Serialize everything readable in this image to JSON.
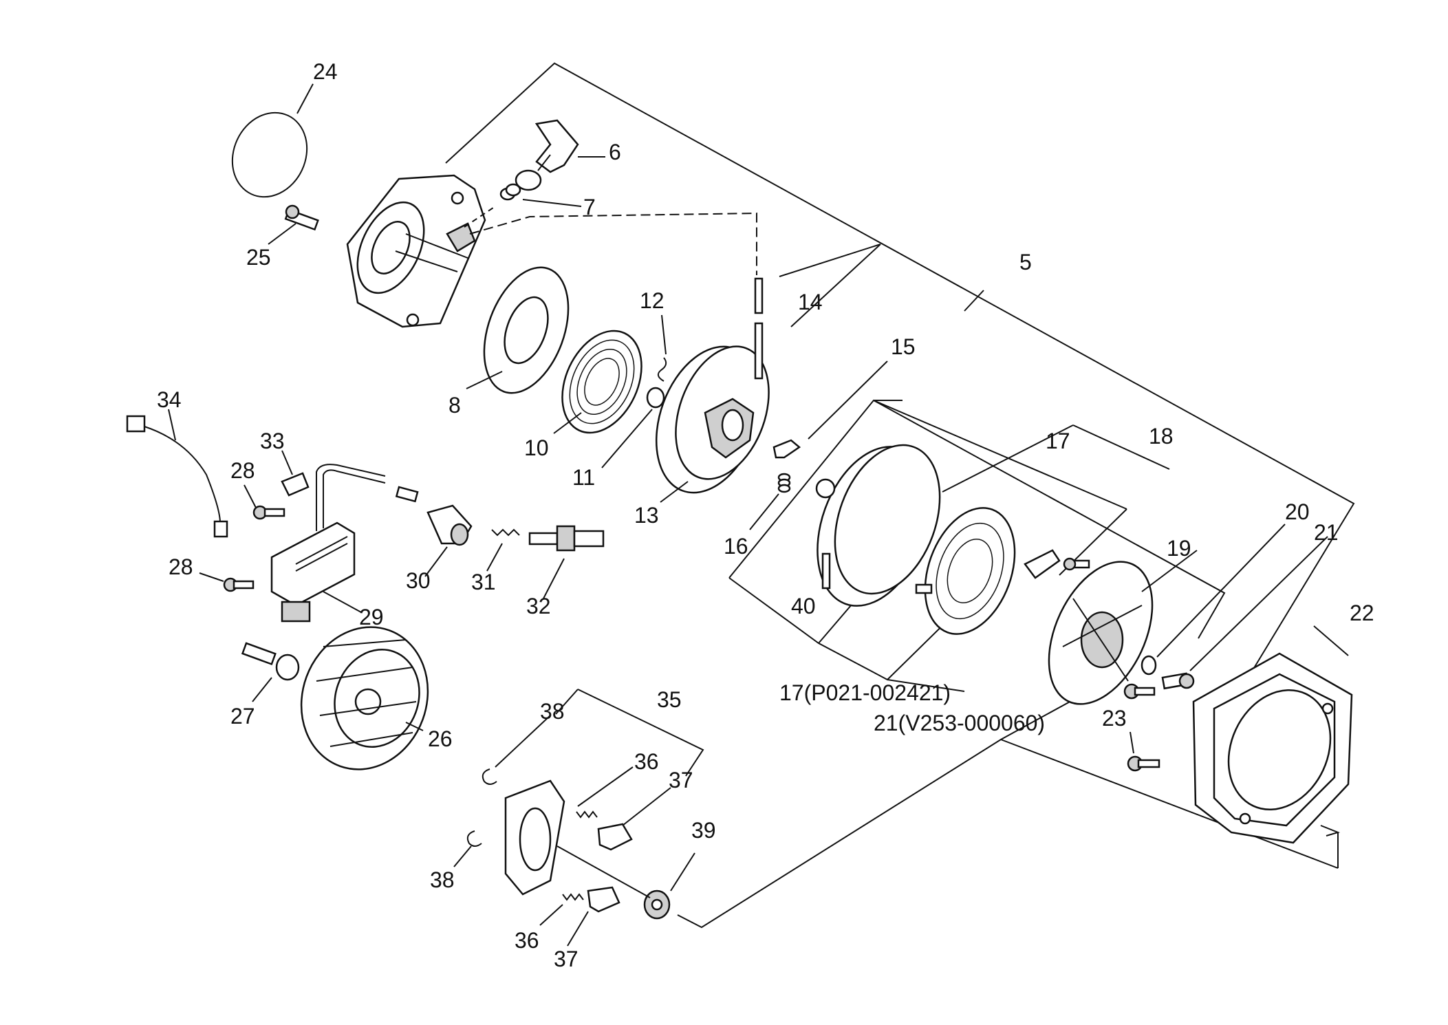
{
  "diagram": {
    "colors": {
      "line": "#111111",
      "background": "#ffffff",
      "shade": "#cfcfcf"
    },
    "callouts": {
      "p5": "5",
      "p6": "6",
      "p7": "7",
      "p8": "8",
      "p10": "10",
      "p11": "11",
      "p12": "12",
      "p13": "13",
      "p14": "14",
      "p15": "15",
      "p16": "16",
      "p17a": "17",
      "p17b": "17(P021-002421)",
      "p18": "18",
      "p19": "19",
      "p20": "20",
      "p21a": "21",
      "p21b": "21(V253-000060)",
      "p22": "22",
      "p23": "23",
      "p24": "24",
      "p25": "25",
      "p26": "26",
      "p27": "27",
      "p28a": "28",
      "p28b": "28",
      "p29": "29",
      "p30": "30",
      "p31": "31",
      "p32": "32",
      "p33": "33",
      "p34": "34",
      "p35": "35",
      "p36a": "36",
      "p36b": "36",
      "p37a": "37",
      "p37b": "37",
      "p38a": "38",
      "p38b": "38",
      "p39": "39",
      "p40": "40"
    }
  }
}
